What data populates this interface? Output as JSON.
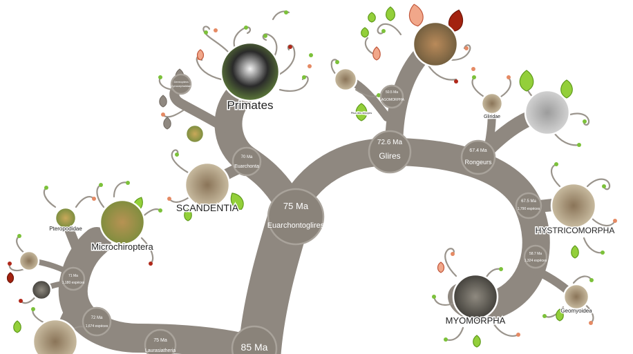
{
  "colors": {
    "branch": "#8f8880",
    "node": "#8a837a",
    "leaf_green": "#93cf3a",
    "leaf_orange": "#f1a78a",
    "leaf_red": "#a3220f"
  },
  "nodes": {
    "root": {
      "age": "85 Ma"
    },
    "euarchonto": {
      "age": "75 Ma",
      "name": "Euarchontoglires"
    },
    "glires": {
      "age": "72.6 Ma",
      "name": "Glires"
    },
    "rongeurs": {
      "age": "67.4 Ma",
      "name": "Rongeurs"
    },
    "euarchonta": {
      "age": "70 Ma",
      "name": "Euarchonta"
    },
    "lagomorpha": {
      "age": "50.5 Ma",
      "name": "LAGOMORPHA"
    },
    "hystrico": {
      "age": "67.5 Ma",
      "species": "1,790 espèces"
    },
    "myomorpha": {
      "age": "58.7 Ma",
      "species": "1,324 espèces"
    },
    "chiroptera": {
      "age": "71 Ma",
      "species": "1,180 espèces"
    },
    "chiro2": {
      "age": "72 Ma",
      "species": "1,674 espèces"
    },
    "laurasia": {
      "age": "75 Ma",
      "name": "Laurasiatheria"
    },
    "dermoptera": {
      "name": "Dermoptera\nCynocephalidae"
    }
  },
  "labels": {
    "primates": "Primates",
    "scandentia": "SCANDENTIA",
    "microchiroptera": "Microchiroptera",
    "pteropodidae": "Pteropodidae",
    "hystricomorpha": "HYSTRICOMORPHA",
    "myomorpha": "MYOMORPHA",
    "gliridae": "Gliridae",
    "geomyoidea": "Geomyoidea",
    "pika": "Pika des steppes"
  }
}
